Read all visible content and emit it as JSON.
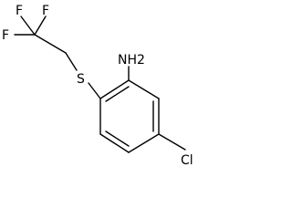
{
  "molecule": {
    "atoms": {
      "f_top_left": "F",
      "f_top_right": "F",
      "f_left": "F",
      "sulfur": "S",
      "amine": "NH2",
      "chlorine": "Cl"
    }
  },
  "colors": {
    "bond": "#000000",
    "label": "#000000",
    "background": "#ffffff"
  }
}
